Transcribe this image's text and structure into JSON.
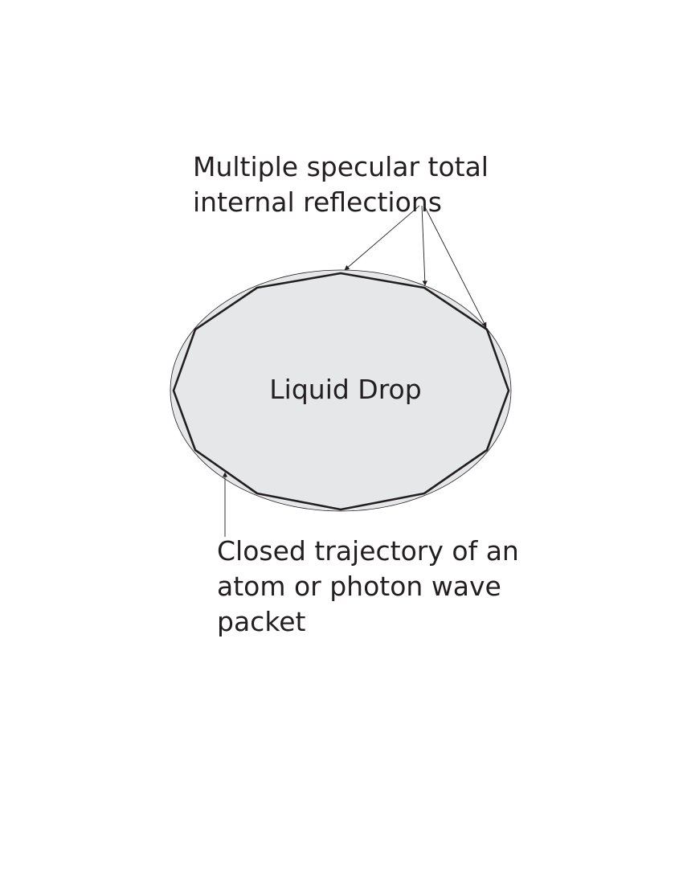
{
  "diagram": {
    "top_label_lines": [
      "Multiple specular total",
      "internal reflections"
    ],
    "center_label": "Liquid Drop",
    "bottom_label_lines": [
      "Closed trajectory of an",
      "atom or photon wave",
      "packet"
    ],
    "drop_fill": "#e6e7e8",
    "line_color": "#231f20"
  }
}
